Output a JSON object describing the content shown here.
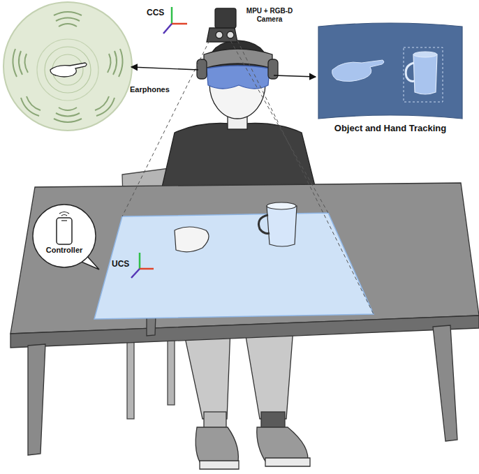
{
  "diagram": {
    "nodes": [
      {
        "text": [
          "Controller"
        ]
      },
      {
        "text": [
          "Object and Hand Tracking"
        ]
      }
    ],
    "labels": [
      "CCS",
      "MPU + RGB-D Camera",
      "Earphones",
      "UCS"
    ]
  }
}
